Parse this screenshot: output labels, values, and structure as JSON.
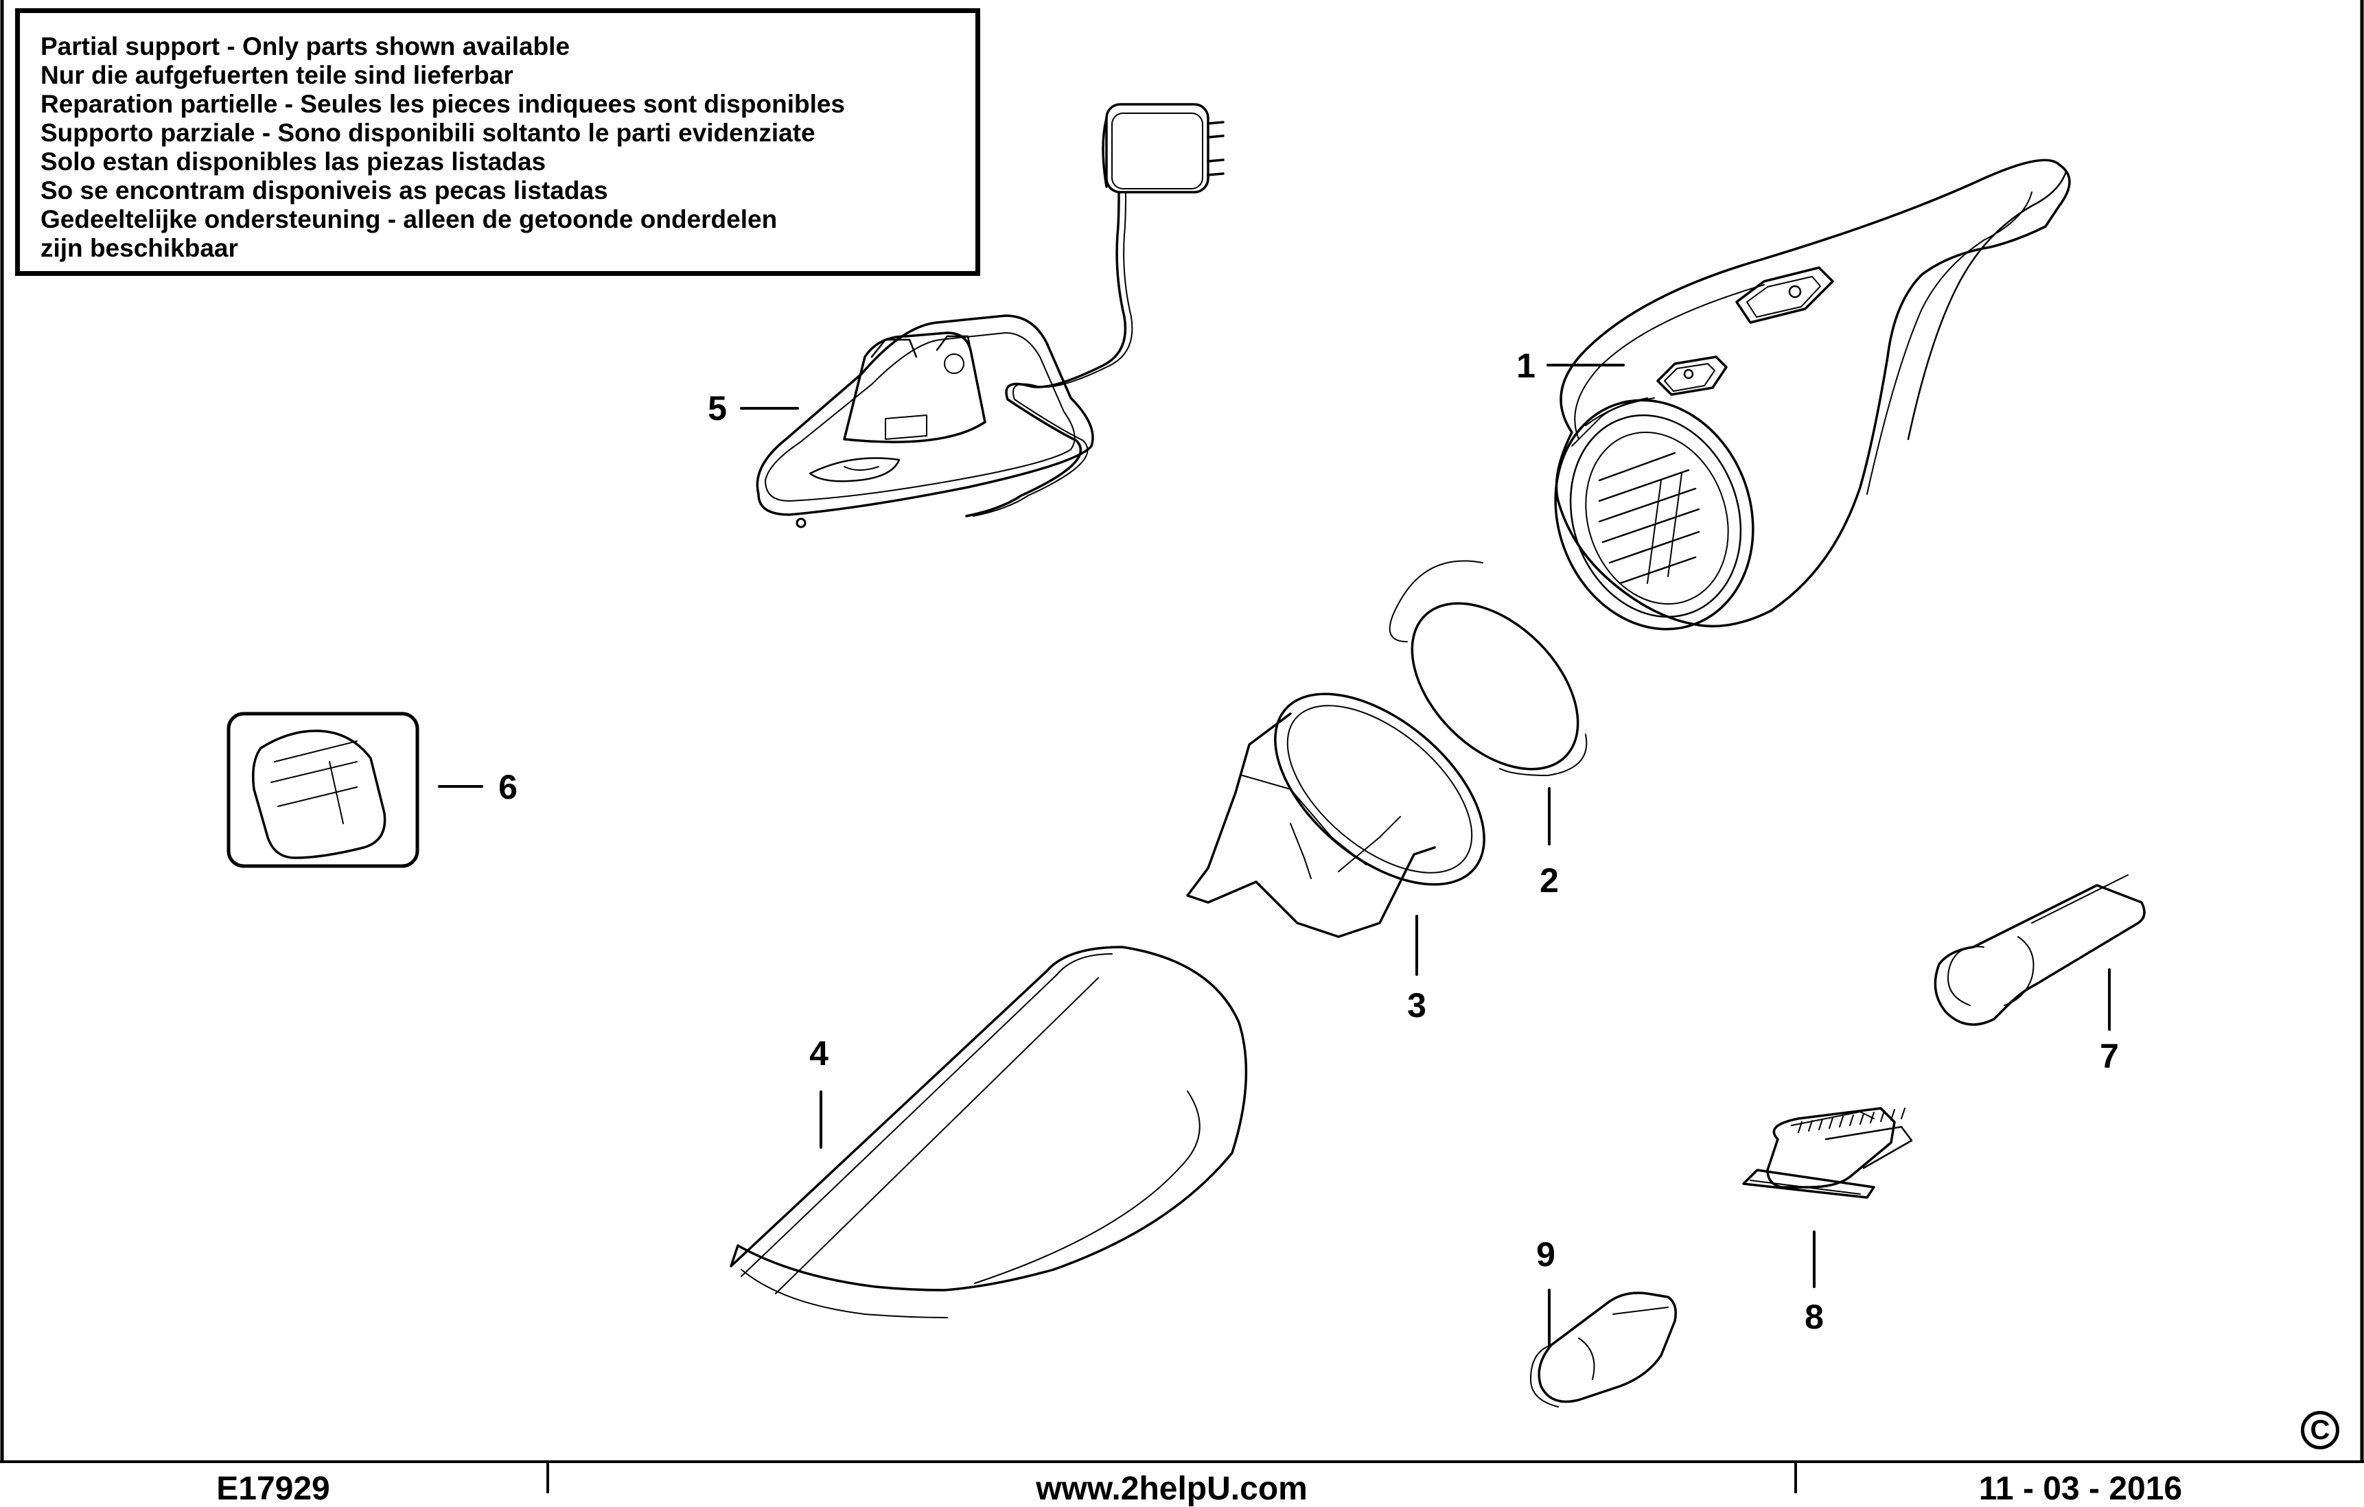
{
  "notice": {
    "lines": [
      "Partial support - Only parts shown available",
      "Nur die aufgefuerten teile sind lieferbar",
      "Reparation partielle - Seules les pieces indiquees sont disponibles",
      "Supporto parziale - Sono disponibili soltanto le parti evidenziate",
      "Solo estan disponibles las piezas listadas",
      "So se encontram disponiveis as pecas listadas",
      "Gedeeltelijke ondersteuning - alleen de getoonde onderdelen",
      "zijn beschikbaar"
    ]
  },
  "callouts": [
    "1",
    "2",
    "3",
    "4",
    "5",
    "6",
    "7",
    "8",
    "9"
  ],
  "copyright_symbol": "C",
  "footer": {
    "drawing_code": "E17929",
    "website": "www.2helpU.com",
    "date": "11 - 03 - 2016"
  },
  "icons": [
    "charger-adapter-icon",
    "charging-base-icon",
    "hand-vacuum-icon",
    "filter-icon",
    "filter-housing-icon",
    "bowl-icon",
    "spare-filter-pack-icon",
    "crevice-tool-icon",
    "brush-tool-icon",
    "nozzle-tool-icon"
  ]
}
